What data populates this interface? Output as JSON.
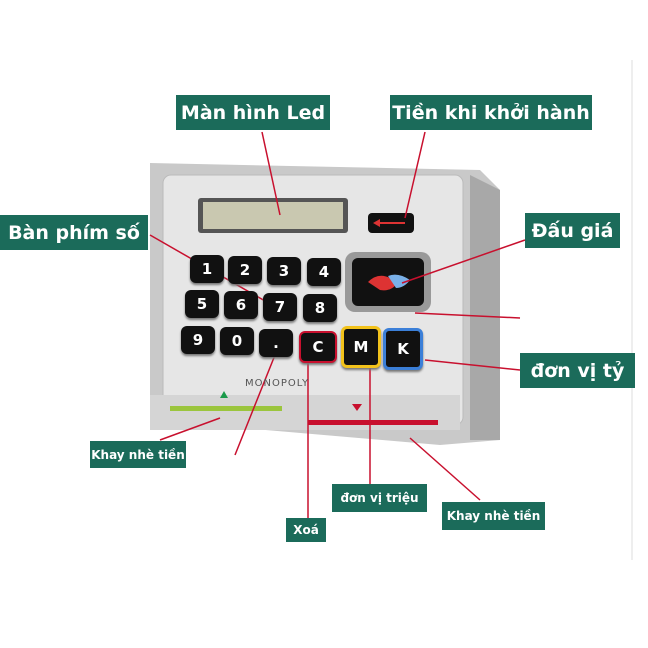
{
  "labels": {
    "led_screen": "Màn hình Led",
    "start_money": "Tiền khi khởi hành",
    "keypad": "Bàn phím số",
    "auction": "Đấu giá",
    "billion_unit": "đơn vị tỷ",
    "card_slot_left": "Khay nhè tiền",
    "million_unit": "đơn vị triệu",
    "clear": "Xoá",
    "card_slot_right": "Khay nhè tiền"
  },
  "device": {
    "brand": "MONOPOLY",
    "keys": [
      "1",
      "2",
      "3",
      "4",
      "5",
      "6",
      "7",
      "8",
      "9",
      "0",
      ".",
      "C",
      "M",
      "K"
    ]
  },
  "colors": {
    "label_bg": "#1b6b5a",
    "leader_line": "#c8102e",
    "k_key_ring": "#3b7fd8",
    "m_key_ring": "#f2c21b",
    "c_key_ring": "#c8102e"
  }
}
